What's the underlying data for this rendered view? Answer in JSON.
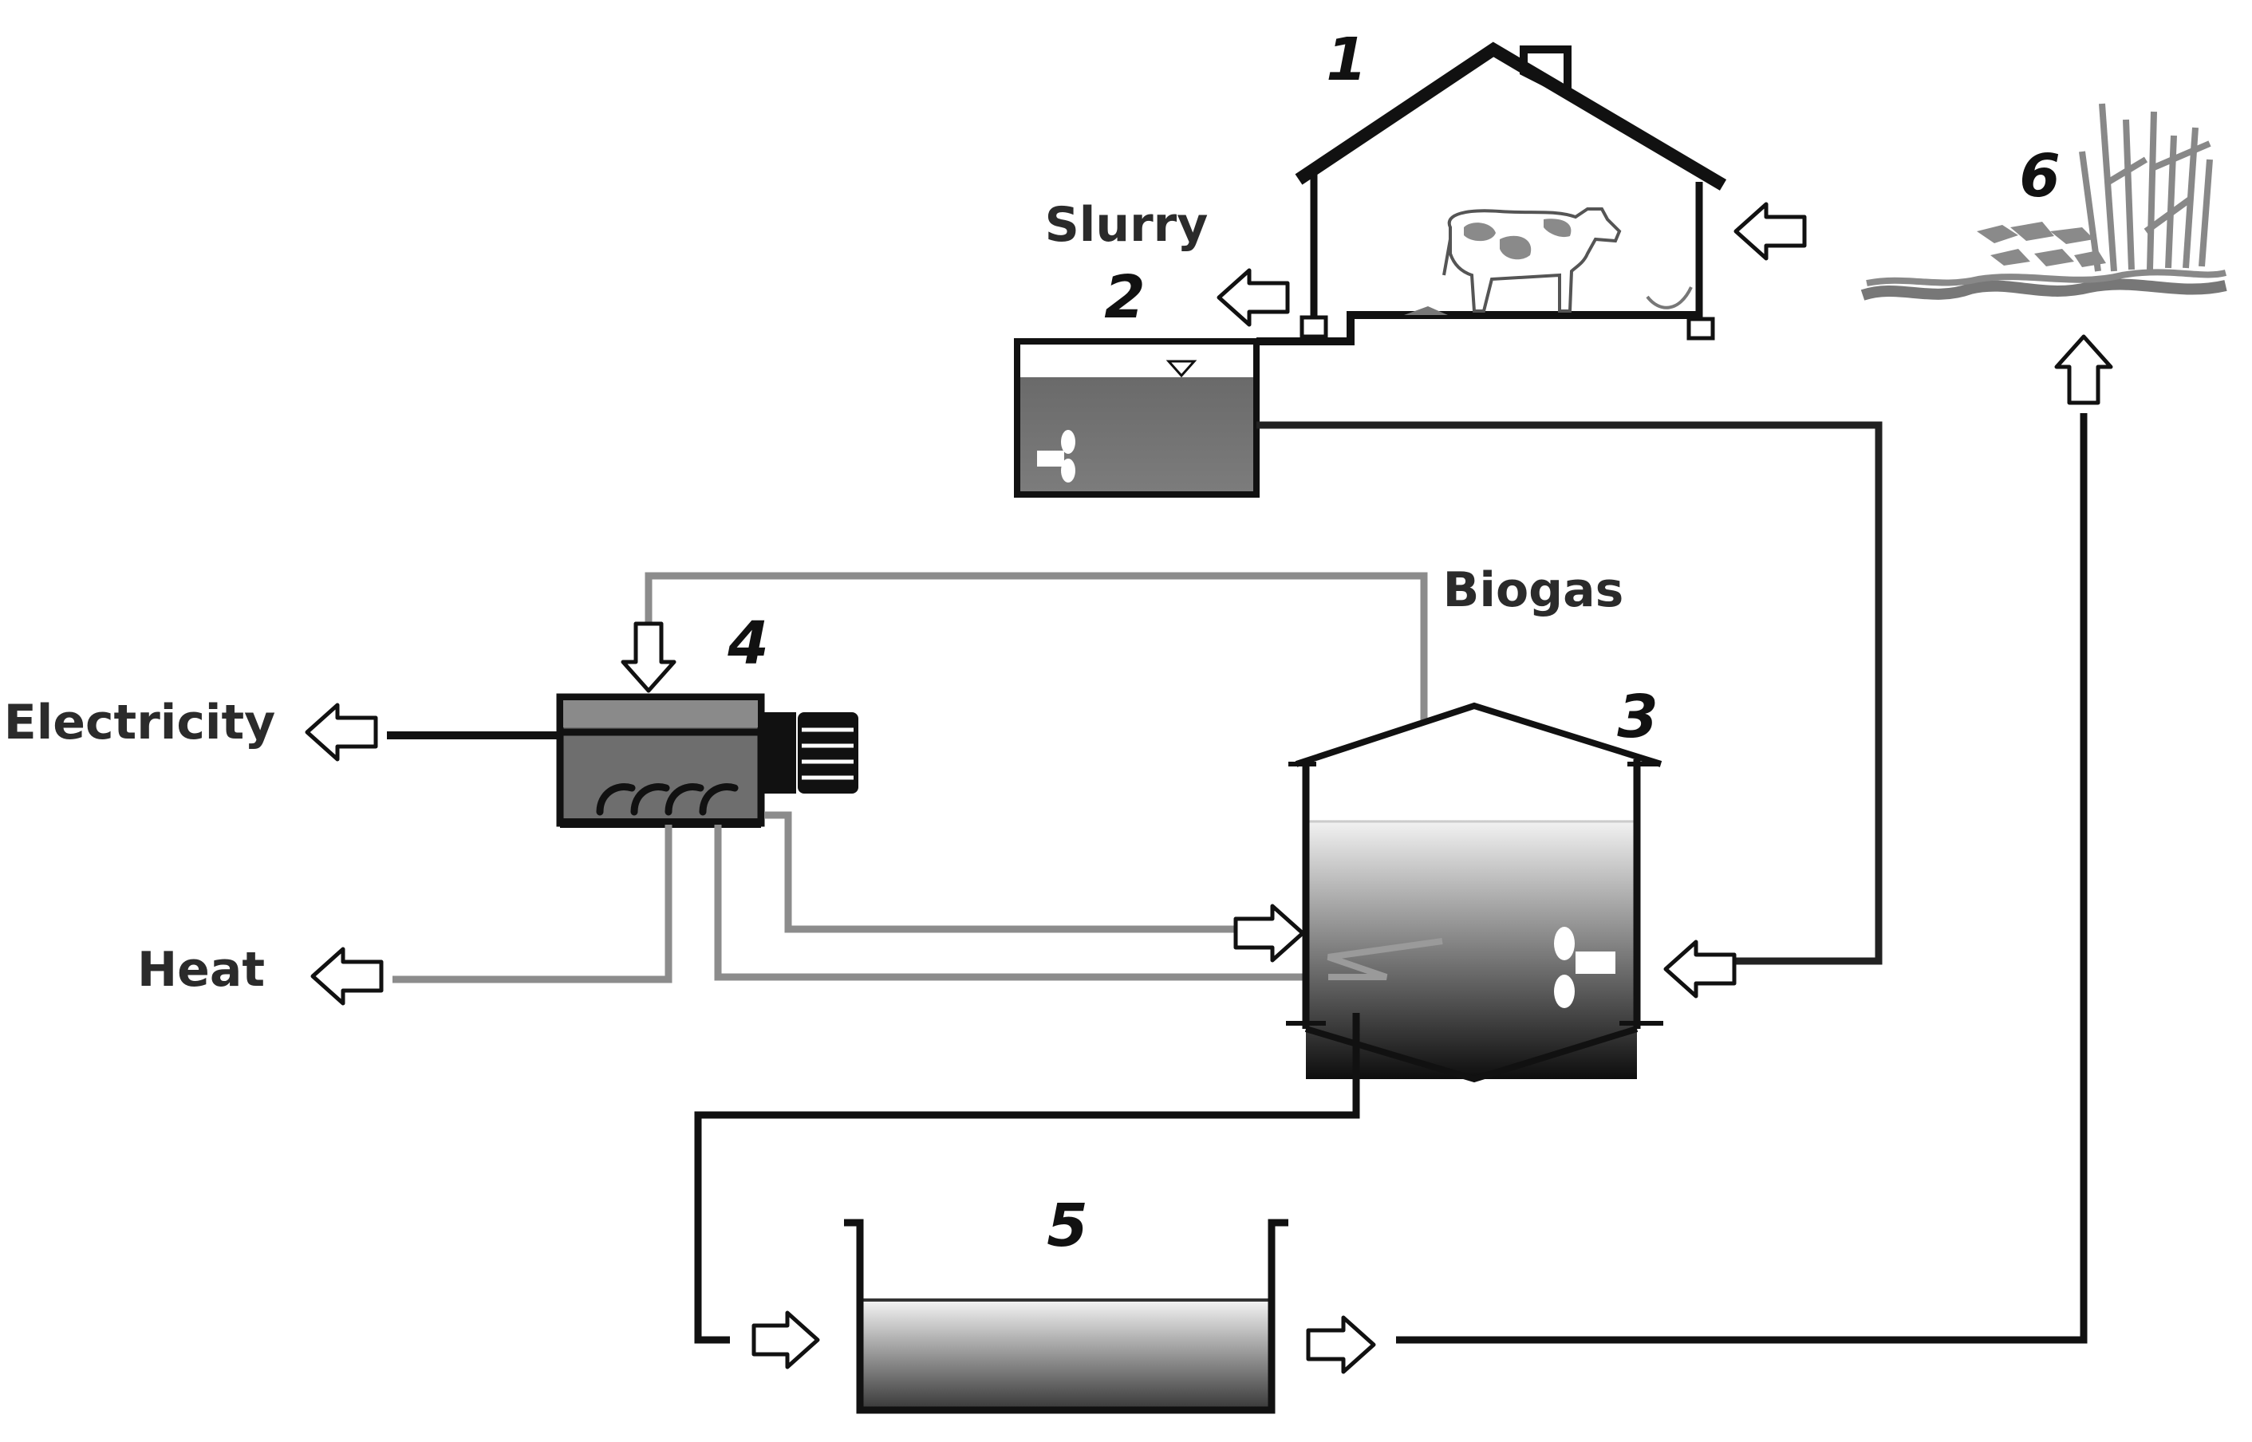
{
  "labels": {
    "slurry": "Slurry",
    "biogas": "Biogas",
    "electricity": "Electricity",
    "heat": "Heat"
  },
  "numbers": {
    "barn": "1",
    "slurry_tank": "2",
    "digester": "3",
    "chp_unit": "4",
    "digestate_storage": "5",
    "field": "6"
  },
  "colors": {
    "line_dark": "#1a1a1a",
    "line_gray": "#8c8c8c",
    "fill_dark": "#0d0d0d",
    "fill_mid": "#707070",
    "fill_light": "#f2f2f2"
  }
}
